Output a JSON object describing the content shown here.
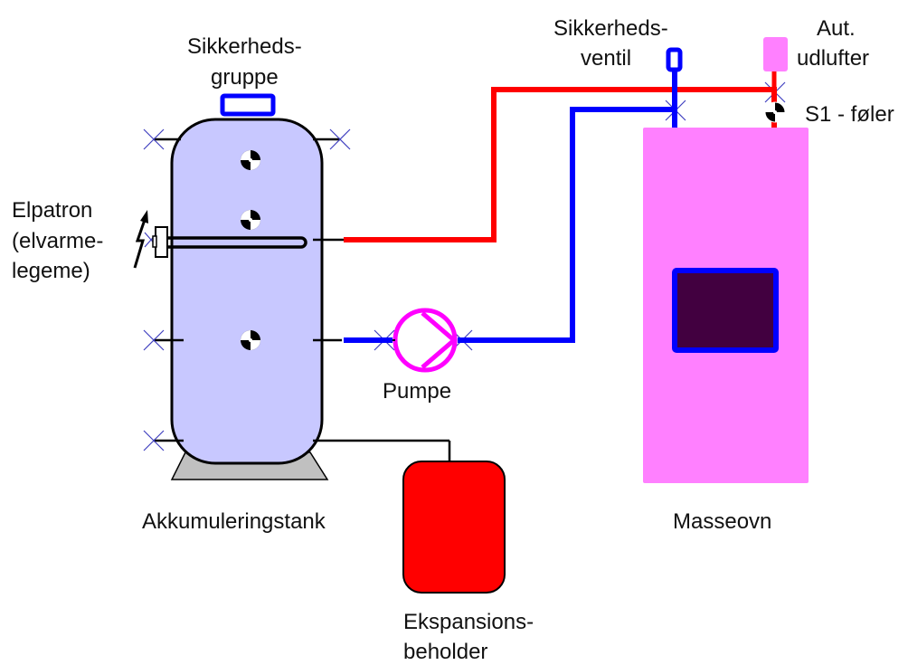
{
  "diagram": {
    "title": "Heating system with accumulator tank and masonry heater",
    "labels": {
      "safety_group": [
        "Sikkerheds-",
        "gruppe"
      ],
      "immersion_heater": [
        "Elpatron",
        "(elvarme-",
        "legeme)"
      ],
      "accumulator_tank": "Akkumuleringstank",
      "pump": "Pumpe",
      "expansion_vessel": [
        "Ekspansions-",
        "beholder"
      ],
      "safety_valve": [
        "Sikkerheds-",
        "ventil"
      ],
      "auto_air_vent": [
        "Aut.",
        "udlufter"
      ],
      "sensor_s1": "S1 - føler",
      "masonry_heater": "Masseovn"
    },
    "colors": {
      "hot_pipe": "#ff0000",
      "cold_pipe": "#0000ff",
      "tank_fill": "#c8c8ff",
      "stove_fill": "#ff80ff",
      "firebox_fill": "#420040",
      "pump_stroke": "#ff00ff",
      "expansion_fill": "#ff0000",
      "stand_fill": "#c0c0c0",
      "connector_x": "#4040c0"
    }
  }
}
